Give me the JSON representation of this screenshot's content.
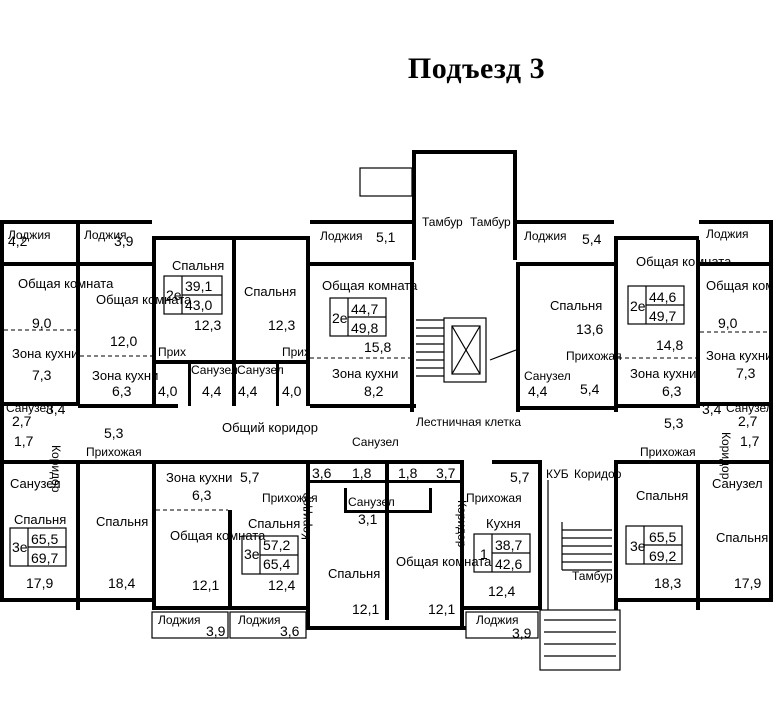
{
  "title": "Подъезд 3",
  "rooms": {
    "loggia_a": "Лоджия",
    "loggia_a_area": "4,2",
    "loggia_b": "Лоджия",
    "loggia_b_area": "3,9",
    "common_room_1": "Общая комната",
    "common_room_1_area": "9,0",
    "kitchen_zone_1": "Зона кухни",
    "kitchen_zone_1_area": "7,3",
    "bath_1": "Санузел",
    "bath_1_area": "2,7",
    "bath_1b_area": "1,7",
    "common_room_2": "Общая комната",
    "common_room_2_area": "12,0",
    "kitchen_zone_2": "Зона кухни",
    "kitchen_zone_2_area": "6,3",
    "area_3_4": "3,4",
    "corridor_v1": "Коридор",
    "area_5_3_left": "5,3",
    "hall_1": "Прихожая",
    "bath_2": "Санузел",
    "bedroom_1": "Спальня",
    "bedroom_1_area": "17,9",
    "apt_1_rooms": "3е",
    "apt_1_area1": "65,5",
    "apt_1_area2": "69,7",
    "bedroom_2": "Спальня",
    "bedroom_2_area": "18,4",
    "bedroom_3": "Спальня",
    "bedroom_3_area": "12,3",
    "apt_2_rooms": "2е",
    "apt_2_area1": "39,1",
    "apt_2_area2": "43,0",
    "hall_2": "Прих",
    "area_4_0_a": "4,0",
    "bath_3": "Санузел",
    "bath_3_area": "4,4",
    "bath_4": "Санузел",
    "bath_4_area": "4,4",
    "hall_3": "Прих",
    "area_4_0_b": "4,0",
    "bedroom_4": "Спальня",
    "bedroom_4_area": "12,3",
    "loggia_c": "Лоджия",
    "loggia_c_area": "5,1",
    "common_room_3": "Общая комната",
    "apt_3_rooms": "2е",
    "apt_3_area1": "44,7",
    "apt_3_area2": "49,8",
    "common_room_3_area": "15,8",
    "kitchen_zone_3": "Зона кухни",
    "kitchen_zone_3_area": "8,2",
    "common_corridor": "Общий коридор",
    "vestibule_1": "Тамбур",
    "vestibule_2": "Тамбур",
    "stairwell": "Лестничная клетка",
    "loggia_d": "Лоджия",
    "loggia_d_area": "5,4",
    "bedroom_5": "Спальня",
    "bedroom_5_area": "13,6",
    "bath_5": "Санузел",
    "bath_5_area": "4,4",
    "hall_4": "Прихожая",
    "hall_4_area": "5,4",
    "common_room_4": "Общая комната",
    "apt_4_rooms": "2е",
    "apt_4_area1": "44,6",
    "apt_4_area2": "49,7",
    "common_room_4_area": "14,8",
    "kitchen_zone_4": "Зона кухни",
    "kitchen_zone_4_area": "6,3",
    "area_5_3_right": "5,3",
    "loggia_e": "Лоджия",
    "common_room_5": "Общая комната",
    "common_room_5_area": "9,0",
    "kitchen_zone_5": "Зона кухни",
    "kitchen_zone_5_area": "7,3",
    "area_3_4_right": "3,4",
    "bath_6": "Санузел",
    "bath_6_area": "2,7",
    "bath_6b_area": "1,7",
    "corridor_v2": "Коридор",
    "hall_5": "Прихожая",
    "bath_7": "Санузел",
    "bedroom_6": "Спальня",
    "apt_5_rooms": "3е",
    "apt_5_area1": "65,5",
    "apt_5_area2": "69,2",
    "bedroom_6_area": "18,3",
    "bedroom_7": "Спальня",
    "bedroom_7_area": "17,9",
    "kitchen_zone_6": "Зона кухни",
    "area_5_7_a": "5,7",
    "kitchen_zone_6_area": "6,3",
    "hall_6": "Прихожая",
    "common_room_6": "Общая комната",
    "common_room_6_area": "12,1",
    "bedroom_8": "Спальня",
    "apt_6_rooms": "3е",
    "apt_6_area1": "57,2",
    "apt_6_area2": "65,4",
    "bedroom_8_area": "12,4",
    "loggia_f": "Лоджия",
    "loggia_f_area": "3,9",
    "loggia_g": "Лоджия",
    "loggia_g_area": "3,6",
    "bath_8": "Санузел",
    "a_3_6": "3,6",
    "a_1_8_a": "1,8",
    "a_1_8_b": "1,8",
    "a_3_7": "3,7",
    "bath_9": "Санузел",
    "bath_9_area": "3,1",
    "corridor_v3": "Коридор",
    "corridor_v4": "Коридор",
    "bedroom_9": "Спальня",
    "bedroom_9_area": "12,1",
    "common_room_7": "Общая комната",
    "common_room_7_area": "12,1",
    "area_5_7_b": "5,7",
    "hall_7": "Прихожая",
    "kitchen": "Кухня",
    "apt_7_rooms": "1",
    "apt_7_area1": "38,7",
    "apt_7_area2": "42,6",
    "kitchen_area": "12,4",
    "loggia_h": "Лоджия",
    "loggia_h_area": "3,9",
    "kub": "КУБ",
    "corridor_h": "Коридор",
    "vestibule_3": "Тамбур"
  }
}
